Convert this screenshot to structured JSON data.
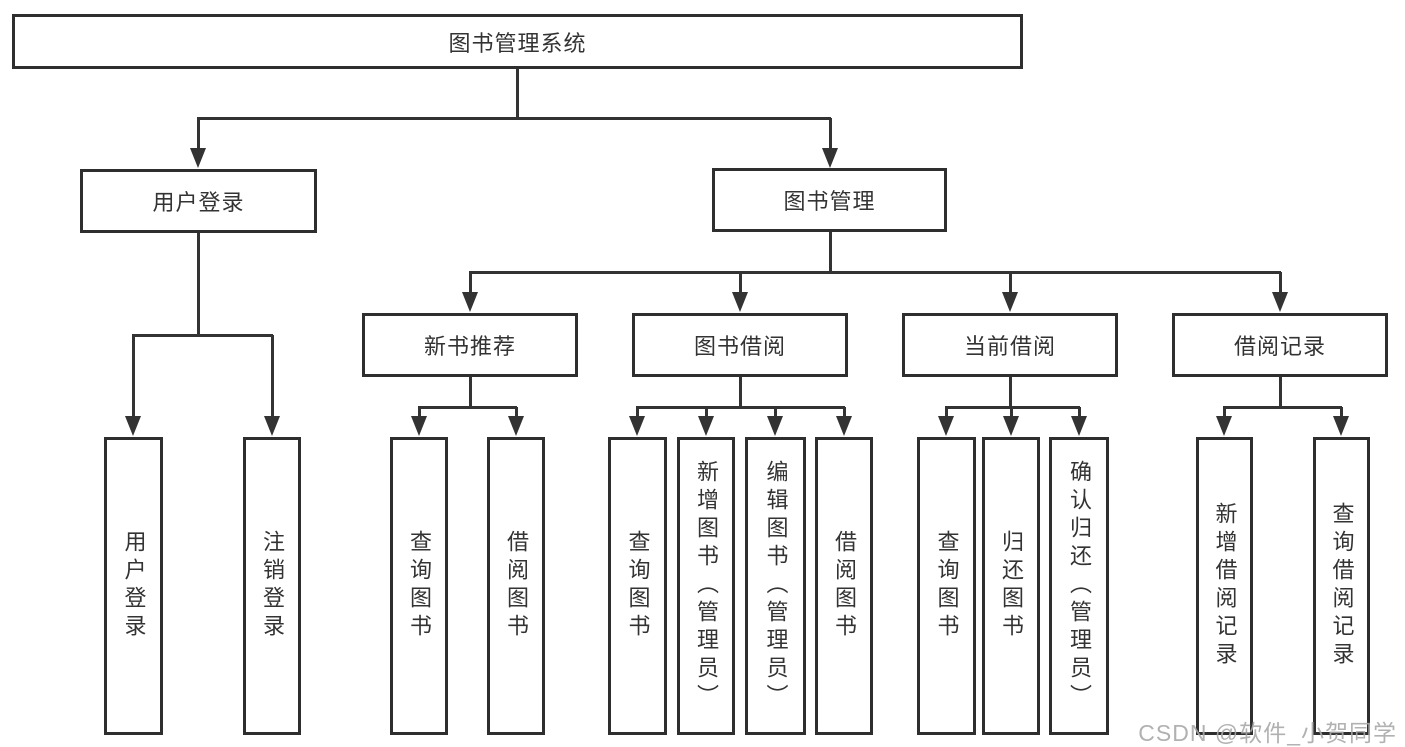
{
  "tree": {
    "label": "图书管理系统",
    "children": [
      {
        "label": "用户登录",
        "children": [
          {
            "label": "用户登录"
          },
          {
            "label": "注销登录"
          }
        ]
      },
      {
        "label": "图书管理",
        "children": [
          {
            "label": "新书推荐",
            "children": [
              {
                "label": "查询图书"
              },
              {
                "label": "借阅图书"
              }
            ]
          },
          {
            "label": "图书借阅",
            "children": [
              {
                "label": "查询图书"
              },
              {
                "label": "新增图书（管理员）"
              },
              {
                "label": "编辑图书（管理员）"
              },
              {
                "label": "借阅图书"
              }
            ]
          },
          {
            "label": "当前借阅",
            "children": [
              {
                "label": "查询图书"
              },
              {
                "label": "归还图书"
              },
              {
                "label": "确认归还（管理员）"
              }
            ]
          },
          {
            "label": "借阅记录",
            "children": [
              {
                "label": "新增借阅记录"
              },
              {
                "label": "查询借阅记录"
              }
            ]
          }
        ]
      }
    ]
  },
  "watermark": {
    "text": "CSDN @软件_小贺同学"
  },
  "colors": {
    "line": "#333333",
    "box_border": "#2e2e2e",
    "box_fill": "#ffffff",
    "text": "#333333",
    "watermark": "#a9a9a9"
  }
}
